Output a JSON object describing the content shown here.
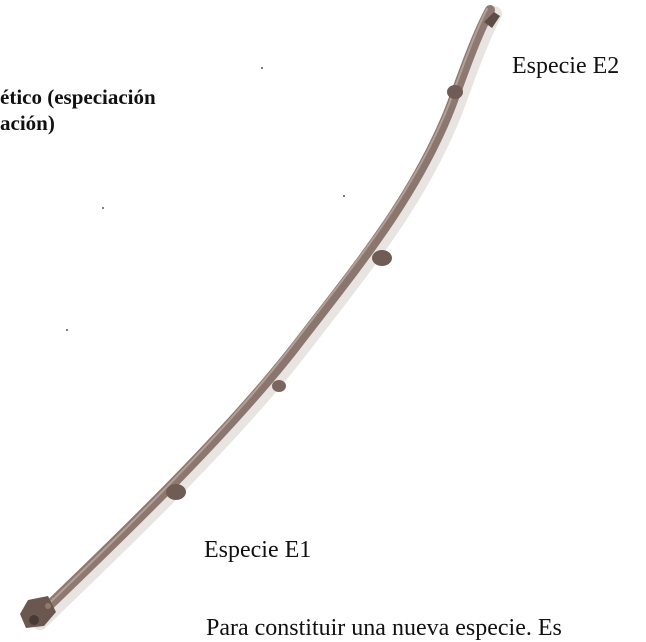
{
  "heading": {
    "line1": "ético (especiación",
    "line2": "ación)"
  },
  "labels": {
    "top_species": "Especie E2",
    "bottom_species": "Especie E1"
  },
  "footer": {
    "text": "Para constituir una nueva especie. Es"
  },
  "colors": {
    "branch": "#8f7a72",
    "branch_shadow": "#5e4c46",
    "text": "#111111"
  }
}
